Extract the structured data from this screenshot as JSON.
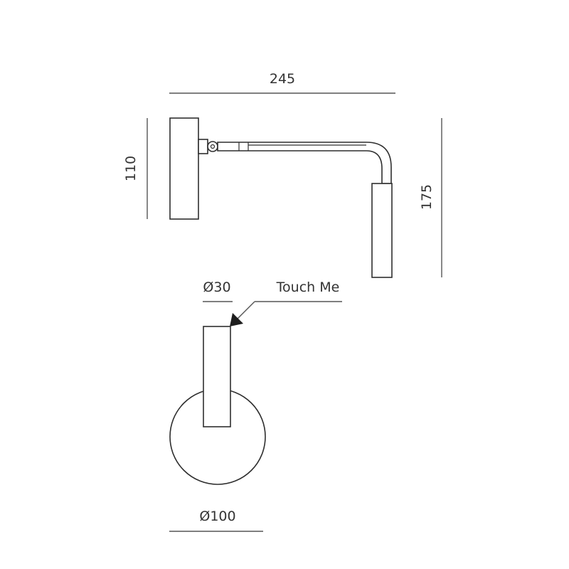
{
  "dimensions": {
    "width_arm": "245",
    "height_base": "110",
    "height_total": "175",
    "diameter_head": "Ø30",
    "diameter_base": "Ø100"
  },
  "callout": {
    "label": "Touch Me"
  },
  "colors": {
    "line": "#2f2f2f",
    "dimension_line": "#555555",
    "text": "#333333",
    "background": "#ffffff"
  }
}
